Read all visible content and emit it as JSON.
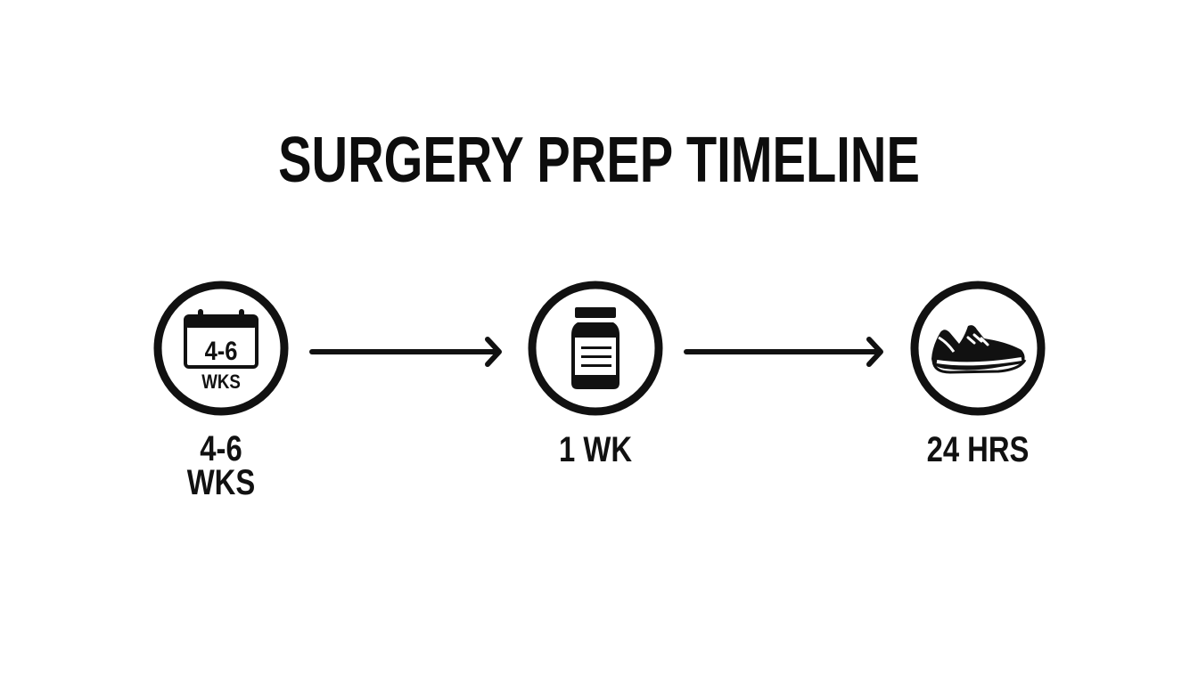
{
  "title": "SURGERY PREP TIMELINE",
  "colors": {
    "foreground": "#111111",
    "background": "#ffffff"
  },
  "steps": [
    {
      "icon": "calendar-icon",
      "icon_text_top": "4-6",
      "icon_text_bottom": "WKS",
      "label_line1": "4-6",
      "label_line2": "WKS"
    },
    {
      "icon": "medicine-bottle-icon",
      "label_line1": "1 WK"
    },
    {
      "icon": "sneaker-icon",
      "label_line1": "24 HRS"
    }
  ],
  "connectors": [
    {
      "from": 0,
      "to": 1,
      "type": "arrow-right"
    },
    {
      "from": 1,
      "to": 2,
      "type": "arrow-right"
    }
  ]
}
